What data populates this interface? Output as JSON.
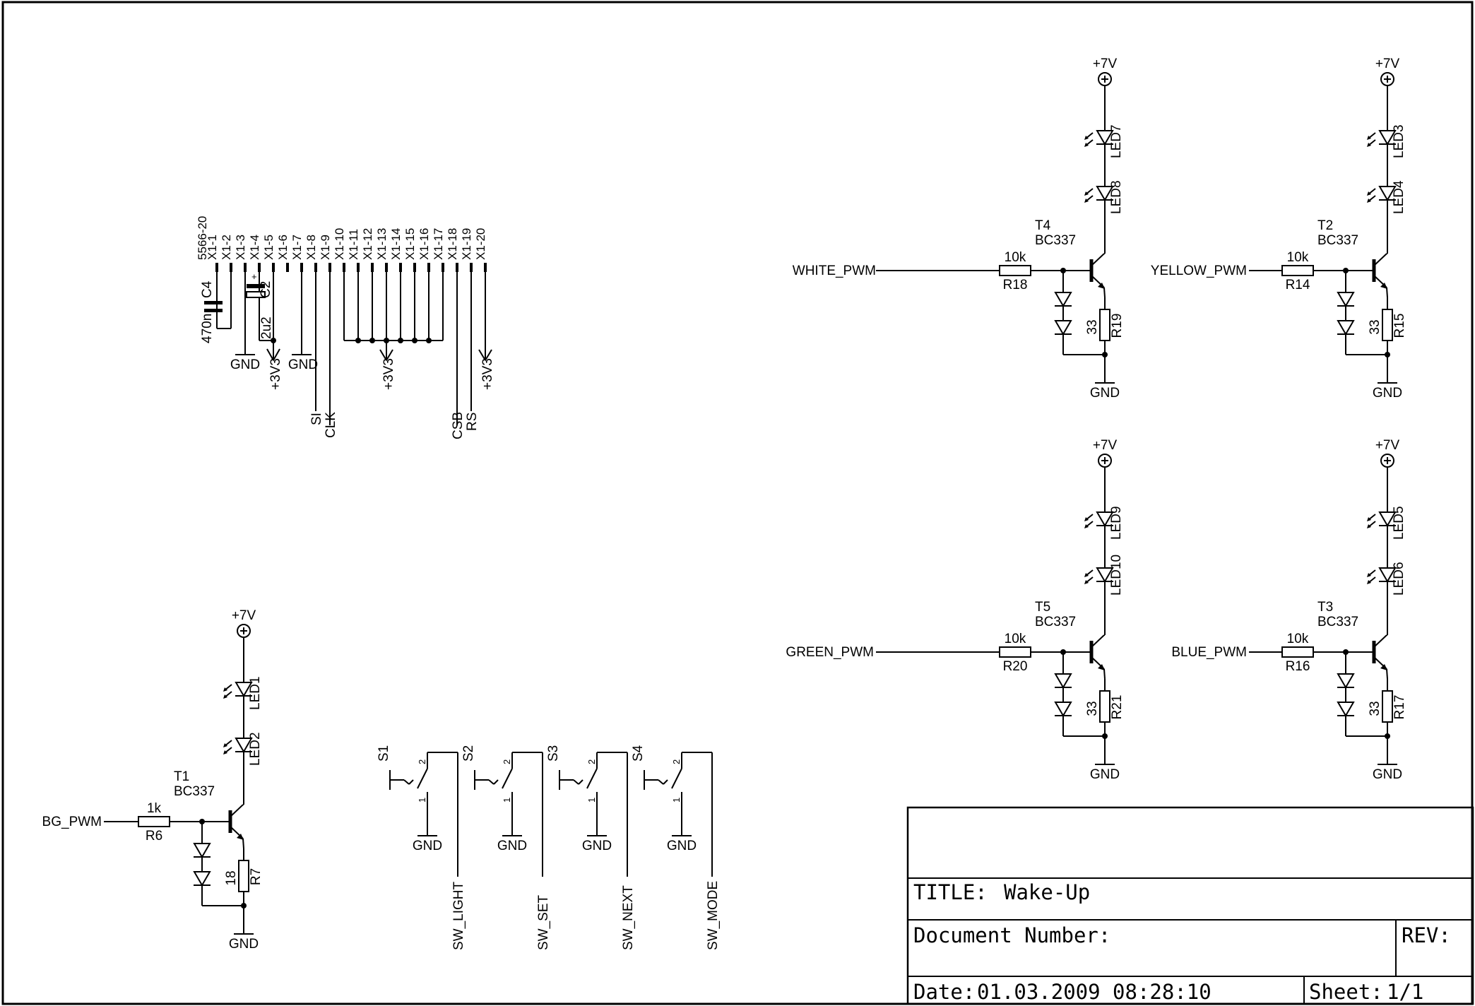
{
  "title_block": {
    "title_label": "TITLE:",
    "title_value": "Wake-Up",
    "doc_number_label": "Document Number:",
    "rev_label": "REV:",
    "date_label": "Date:",
    "date_value": "01.03.2009 08:28:10",
    "sheet_label": "Sheet:",
    "sheet_value": "1/1"
  },
  "connector": {
    "name": "5566-20",
    "pins": [
      "X1-1",
      "X1-2",
      "X1-3",
      "X1-4",
      "X1-5",
      "X1-6",
      "X1-7",
      "X1-8",
      "X1-9",
      "X1-10",
      "X1-11",
      "X1-12",
      "X1-13",
      "X1-14",
      "X1-15",
      "X1-16",
      "X1-17",
      "X1-18",
      "X1-19",
      "X1-20"
    ],
    "c4": {
      "name": "C4",
      "value": "470n"
    },
    "c2": {
      "name": "C2",
      "value": "2u2",
      "plus": "+"
    },
    "gnd_a": "GND",
    "gnd_b": "GND",
    "v33_a": "+3V3",
    "v33_b": "+3V3",
    "v33_c": "+3V3",
    "net_si": "SI",
    "net_clk": "CLK",
    "net_csb": "CSB",
    "net_rs": "RS"
  },
  "drivers": [
    {
      "net": "WHITE_PWM",
      "transistor": "T4",
      "type": "BC337",
      "rb": "R18",
      "rb_val": "10k",
      "re": "R19",
      "re_val": "33",
      "led_a": "LED7",
      "led_b": "LED8",
      "supply": "+7V",
      "gnd": "GND"
    },
    {
      "net": "YELLOW_PWM",
      "transistor": "T2",
      "type": "BC337",
      "rb": "R14",
      "rb_val": "10k",
      "re": "R15",
      "re_val": "33",
      "led_a": "LED3",
      "led_b": "LED4",
      "supply": "+7V",
      "gnd": "GND"
    },
    {
      "net": "GREEN_PWM",
      "transistor": "T5",
      "type": "BC337",
      "rb": "R20",
      "rb_val": "10k",
      "re": "R21",
      "re_val": "33",
      "led_a": "LED9",
      "led_b": "LED10",
      "supply": "+7V",
      "gnd": "GND"
    },
    {
      "net": "BLUE_PWM",
      "transistor": "T3",
      "type": "BC337",
      "rb": "R16",
      "rb_val": "10k",
      "re": "R17",
      "re_val": "33",
      "led_a": "LED5",
      "led_b": "LED6",
      "supply": "+7V",
      "gnd": "GND"
    },
    {
      "net": "BG_PWM",
      "transistor": "T1",
      "type": "BC337",
      "rb": "R6",
      "rb_val": "1k",
      "re": "R7",
      "re_val": "18",
      "led_a": "LED1",
      "led_b": "LED2",
      "supply": "+7V",
      "gnd": "GND"
    }
  ],
  "switches": [
    {
      "name": "S1",
      "net": "SW_LIGHT",
      "pin1": "1",
      "pin2": "2",
      "gnd": "GND"
    },
    {
      "name": "S2",
      "net": "SW_SET",
      "pin1": "1",
      "pin2": "2",
      "gnd": "GND"
    },
    {
      "name": "S3",
      "net": "SW_NEXT",
      "pin1": "1",
      "pin2": "2",
      "gnd": "GND"
    },
    {
      "name": "S4",
      "net": "SW_MODE",
      "pin1": "1",
      "pin2": "2",
      "gnd": "GND"
    }
  ]
}
